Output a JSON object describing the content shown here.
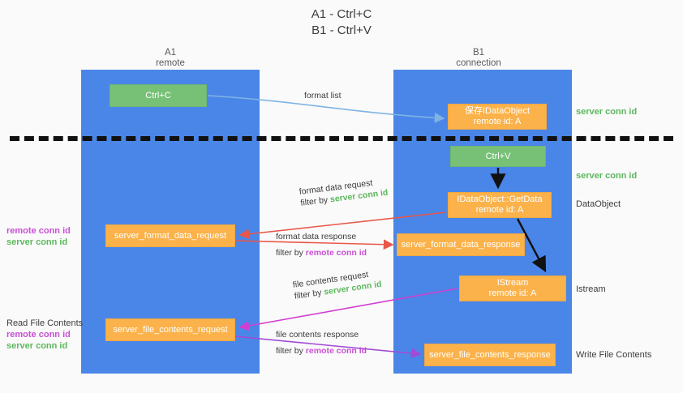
{
  "title": {
    "line1": "A1 - Ctrl+C",
    "line2": "B1 - Ctrl+V"
  },
  "lanes": [
    {
      "id": "a1",
      "name": "A1",
      "role": "remote",
      "color": "#4a86e8"
    },
    {
      "id": "b1",
      "name": "B1",
      "role": "connection",
      "color": "#4a86e8"
    }
  ],
  "colors": {
    "lane": "#4a86e8",
    "green_node": "#77c176",
    "orange_node": "#fbb24a",
    "server_conn_id": "#5cb85c",
    "remote_conn_id": "#c94fd6",
    "arrow_blue": "#7fb3e3",
    "arrow_red": "#e8574a",
    "arrow_magenta": "#d13fd1",
    "arrow_purple": "#a24bd6",
    "arrow_black": "#111111",
    "background": "#fafafa"
  },
  "nodes": {
    "ctrl_c": {
      "label": "Ctrl+C",
      "kind": "green"
    },
    "save_idataobject": {
      "line1": "保存IDataObject",
      "line2": "remote id: A",
      "kind": "orange"
    },
    "ctrl_v": {
      "label": "Ctrl+V",
      "kind": "green"
    },
    "getdata": {
      "line1": "IDataObject::GetData",
      "line2": "remote id: A",
      "kind": "orange"
    },
    "server_format_data_request": {
      "label": "server_format_data_request",
      "kind": "orange"
    },
    "server_format_data_response": {
      "label": "server_format_data_response",
      "kind": "orange"
    },
    "istream": {
      "line1": "IStream",
      "line2": "remote id: A",
      "kind": "orange"
    },
    "server_file_contents_request": {
      "label": "server_file_contents_request",
      "kind": "orange"
    },
    "server_file_contents_response": {
      "label": "server_file_contents_response",
      "kind": "orange"
    }
  },
  "edge_labels": {
    "format_list": "format list",
    "format_data_request": "format data request",
    "format_data_request_filter_prefix": "filter by ",
    "format_data_request_filter_value": "server conn id",
    "format_data_response": "format data response",
    "format_data_response_filter_prefix": "filter by ",
    "format_data_response_filter_value": "remote conn id",
    "file_contents_request": "file contents request",
    "file_contents_request_filter_prefix": "filter by ",
    "file_contents_request_filter_value": "server conn id",
    "file_contents_response": "file contents response",
    "file_contents_response_filter_prefix": "filter by ",
    "file_contents_response_filter_value": "remote conn id"
  },
  "annotations": {
    "right": [
      {
        "text": "server conn id",
        "style": "server"
      },
      {
        "text": "server conn id",
        "style": "server"
      },
      {
        "text": "DataObject",
        "style": "plain"
      },
      {
        "text": "Istream",
        "style": "plain"
      },
      {
        "text": "Write File Contents",
        "style": "plain"
      }
    ],
    "left": {
      "group1": {
        "remote": "remote conn id",
        "server": "server conn id"
      },
      "group2": {
        "heading": "Read File Contents",
        "remote": "remote conn id",
        "server": "server conn id"
      }
    }
  }
}
